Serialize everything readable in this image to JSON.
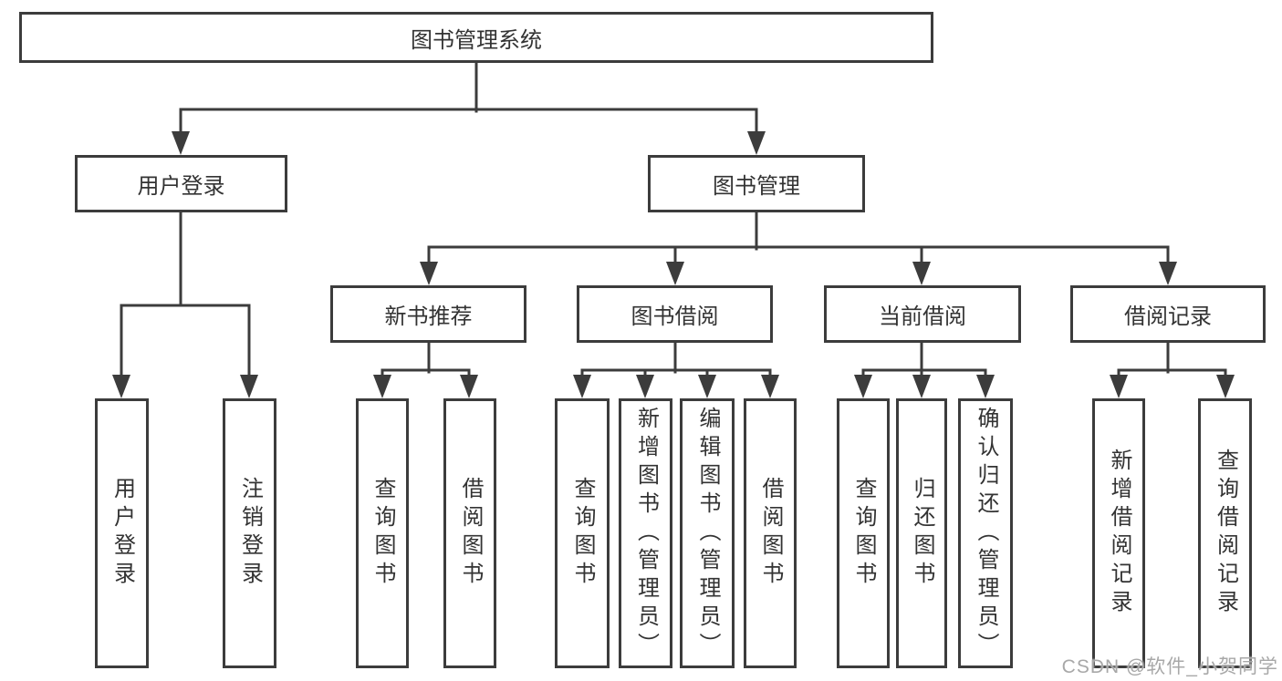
{
  "watermark": "CSDN @软件_小贺同学",
  "colors": {
    "line": "#3c3c3c",
    "border": "#3c3c3c",
    "text": "#333333",
    "background": "#ffffff",
    "watermark": "#a8a8a8"
  },
  "tree": {
    "root": {
      "label": "图书管理系统",
      "children": [
        {
          "label": "用户登录",
          "children": [
            {
              "label": "用户登录"
            },
            {
              "label": "注销登录"
            }
          ]
        },
        {
          "label": "图书管理",
          "children": [
            {
              "label": "新书推荐",
              "children": [
                {
                  "label": "查询图书"
                },
                {
                  "label": "借阅图书"
                }
              ]
            },
            {
              "label": "图书借阅",
              "children": [
                {
                  "label": "查询图书"
                },
                {
                  "label": "新增图书（管理员）"
                },
                {
                  "label": "编辑图书（管理员）"
                },
                {
                  "label": "借阅图书"
                }
              ]
            },
            {
              "label": "当前借阅",
              "children": [
                {
                  "label": "查询图书"
                },
                {
                  "label": "归还图书"
                },
                {
                  "label": "确认归还（管理员）"
                }
              ]
            },
            {
              "label": "借阅记录",
              "children": [
                {
                  "label": "新增借阅记录"
                },
                {
                  "label": "查询借阅记录"
                }
              ]
            }
          ]
        }
      ]
    }
  }
}
